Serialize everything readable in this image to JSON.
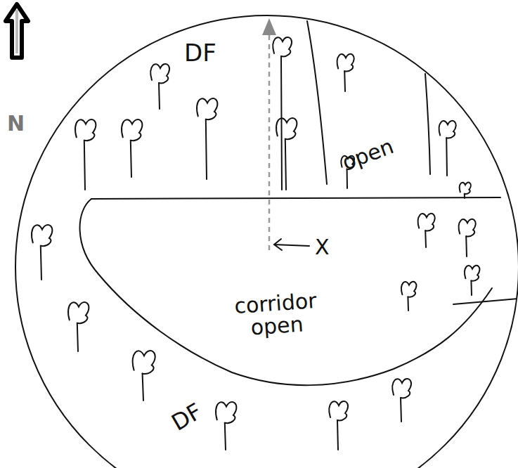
{
  "diagram": {
    "labels": [
      "N",
      "DF",
      "open",
      "X",
      "corridor open",
      "DF"
    ]
  }
}
